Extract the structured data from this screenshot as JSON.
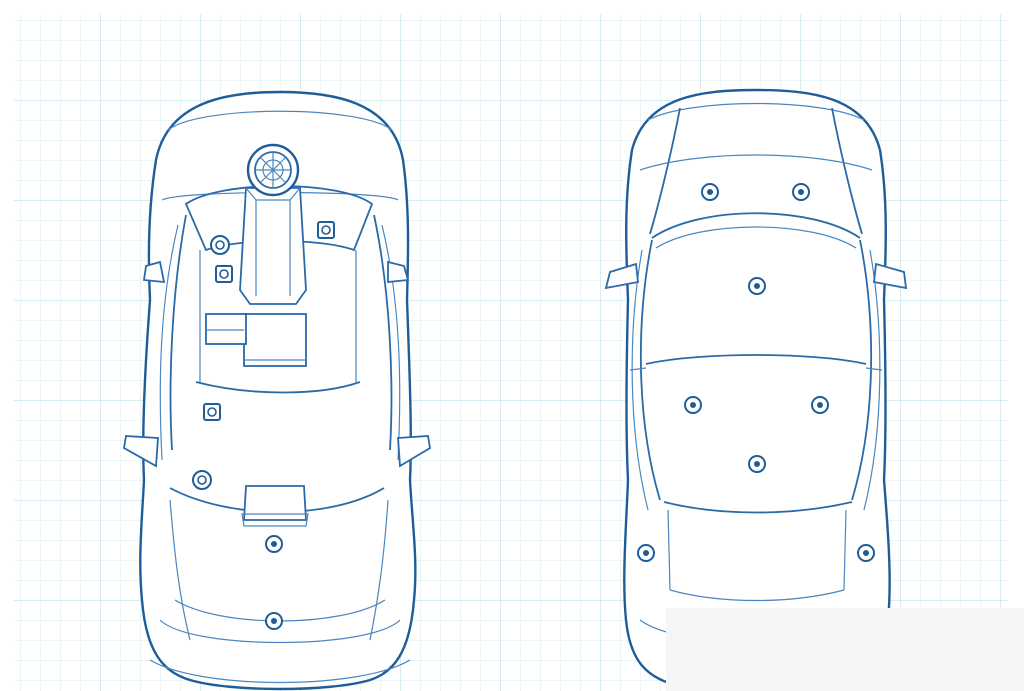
{
  "colors": {
    "background": "#ffffff",
    "grid": "#cfe6ee",
    "ink": "#2a6aa8",
    "ink_dark": "#1f5d99",
    "overlay_panel": "#f3f5f7"
  },
  "vehicles": [
    {
      "name": "car-left",
      "view": "top",
      "equipment": [
        "roof-lidar-mast",
        "front-sensor-box",
        "roof-sensors"
      ]
    },
    {
      "name": "car-right",
      "view": "top",
      "equipment": [
        "roof-sensors"
      ]
    }
  ]
}
